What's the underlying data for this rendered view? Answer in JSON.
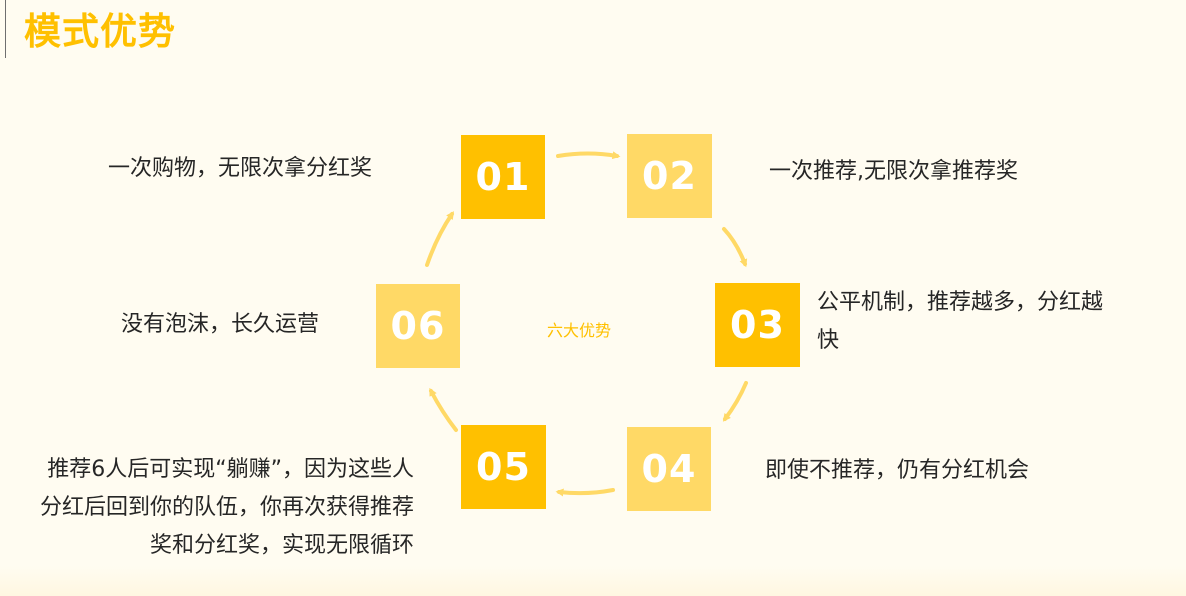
{
  "title": "模式优势",
  "center_label": "六大优势",
  "colors": {
    "accent": "#ffc000",
    "box_dark": "#ffc000",
    "box_light": "#ffd966",
    "arrow": "#ffd966",
    "text": "#262626",
    "background": "#fffcf1"
  },
  "steps": [
    {
      "number": "01",
      "text": "一次购物，无限次拿分红奖",
      "style": "dark"
    },
    {
      "number": "02",
      "text": "一次推荐,无限次拿推荐奖",
      "style": "light"
    },
    {
      "number": "03",
      "text": [
        "公平机制，推荐越多，分红越",
        "快"
      ],
      "style": "dark"
    },
    {
      "number": "04",
      "text": "即使不推荐，仍有分红机会",
      "style": "light"
    },
    {
      "number": "05",
      "text": [
        "推荐6人后可实现“躺赚”，因为这些人",
        "分红后回到你的队伍，你再次获得推荐",
        "奖和分红奖，实现无限循环"
      ],
      "style": "dark"
    },
    {
      "number": "06",
      "text": "没有泡沫，长久运营",
      "style": "light"
    }
  ],
  "cycle_arrows": [
    "01→02",
    "02→03",
    "03→04",
    "04→05",
    "05→06",
    "06→01"
  ]
}
